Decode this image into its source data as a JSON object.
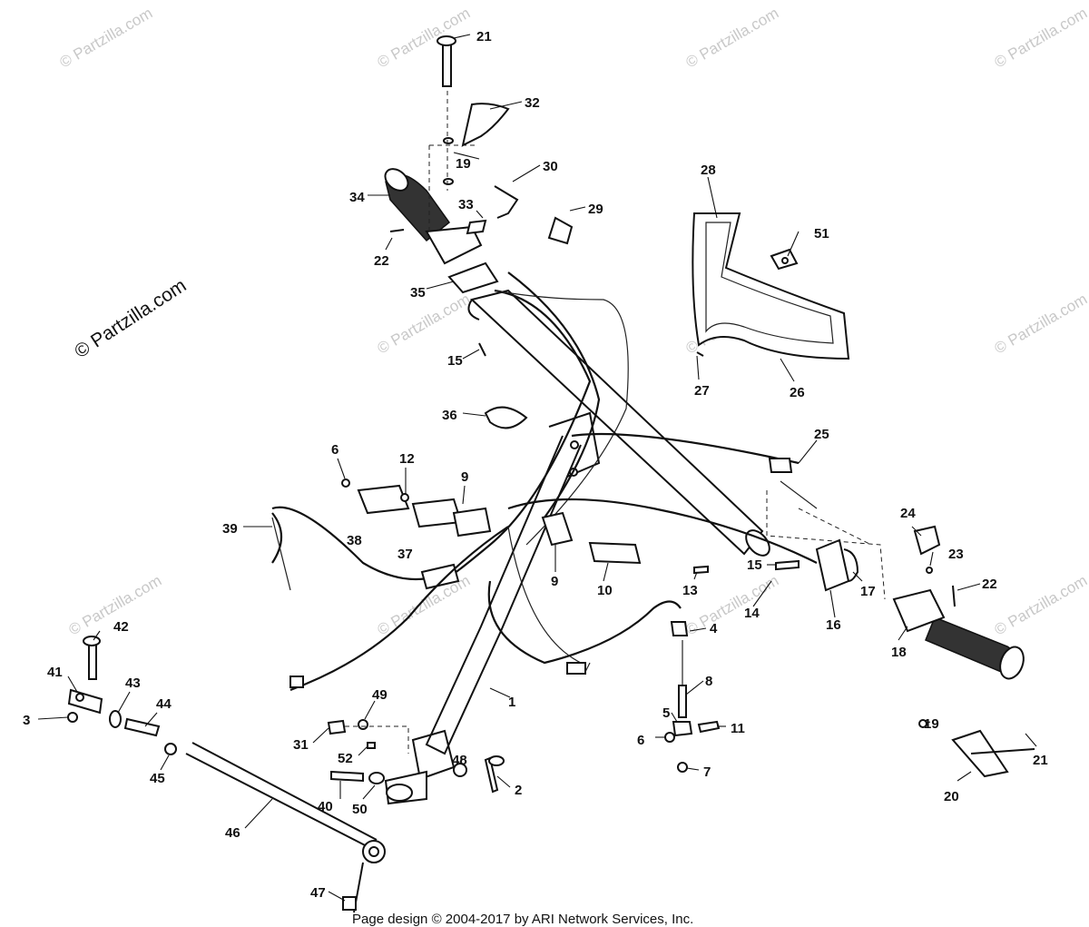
{
  "watermark": {
    "text": "© Partzilla.com"
  },
  "footer": {
    "text": "Page design © 2004-2017 by ARI Network Services, Inc."
  },
  "callouts": {
    "c1": "1",
    "c2": "2",
    "c3": "3",
    "c4": "4",
    "c5": "5",
    "c6a": "6",
    "c6b": "6",
    "c7": "7",
    "c8": "8",
    "c9a": "9",
    "c9b": "9",
    "c10": "10",
    "c11": "11",
    "c12": "12",
    "c13": "13",
    "c14": "14",
    "c15a": "15",
    "c15b": "15",
    "c16": "16",
    "c17": "17",
    "c18": "18",
    "c19a": "19",
    "c19b": "19",
    "c20": "20",
    "c21a": "21",
    "c21b": "21",
    "c22a": "22",
    "c22b": "22",
    "c23": "23",
    "c24": "24",
    "c25": "25",
    "c26": "26",
    "c27": "27",
    "c28": "28",
    "c29": "29",
    "c30": "30",
    "c31": "31",
    "c32": "32",
    "c33": "33",
    "c34": "34",
    "c35": "35",
    "c36": "36",
    "c37": "37",
    "c38": "38",
    "c39": "39",
    "c40": "40",
    "c41": "41",
    "c42": "42",
    "c43": "43",
    "c44": "44",
    "c45": "45",
    "c46": "46",
    "c47": "47",
    "c48": "48",
    "c49": "49",
    "c50": "50",
    "c51": "51",
    "c52": "52"
  }
}
